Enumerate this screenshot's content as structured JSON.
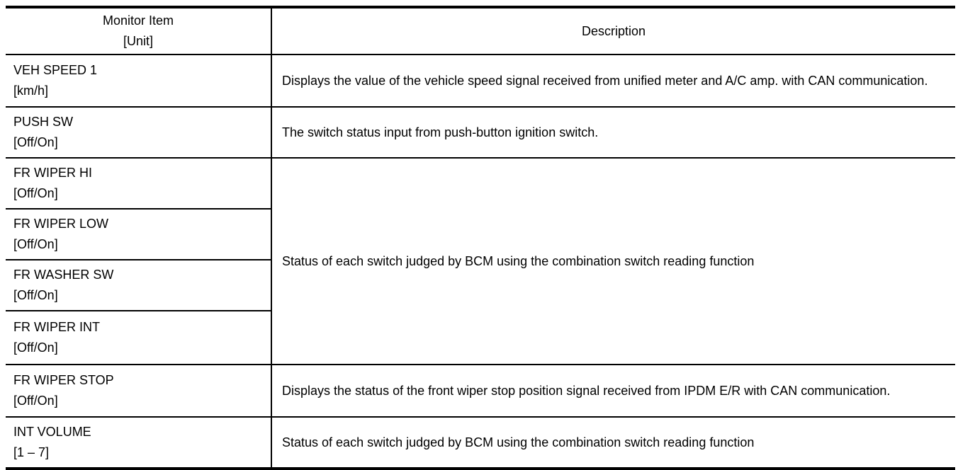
{
  "page": {
    "background_color": "#ffffff",
    "text_color": "#000000",
    "border_color": "#000000"
  },
  "table": {
    "header": {
      "monitor_item": "Monitor Item",
      "unit": "[Unit]",
      "description": "Description"
    },
    "rows": [
      {
        "item": "VEH SPEED 1",
        "unit": "[km/h]",
        "description": "Displays the value of the vehicle speed signal received from unified meter and A/C amp. with CAN communication."
      },
      {
        "item": "PUSH SW",
        "unit": "[Off/On]",
        "description": "The switch status input from push-button ignition switch."
      },
      {
        "item": "FR WIPER HI",
        "unit": "[Off/On]",
        "description": "Status of each switch judged by BCM using the combination switch reading function",
        "description_rowspan": 4
      },
      {
        "item": "FR WIPER LOW",
        "unit": "[Off/On]"
      },
      {
        "item": "FR WASHER SW",
        "unit": "[Off/On]"
      },
      {
        "item": "FR WIPER INT",
        "unit": "[Off/On]"
      },
      {
        "item": "FR WIPER STOP",
        "unit": "[Off/On]",
        "description": "Displays the status of the front wiper stop position signal received from IPDM E/R with CAN communication."
      },
      {
        "item": "INT VOLUME",
        "unit": "[1 – 7]",
        "description": "Status of each switch judged by BCM using the combination switch reading function"
      }
    ]
  }
}
